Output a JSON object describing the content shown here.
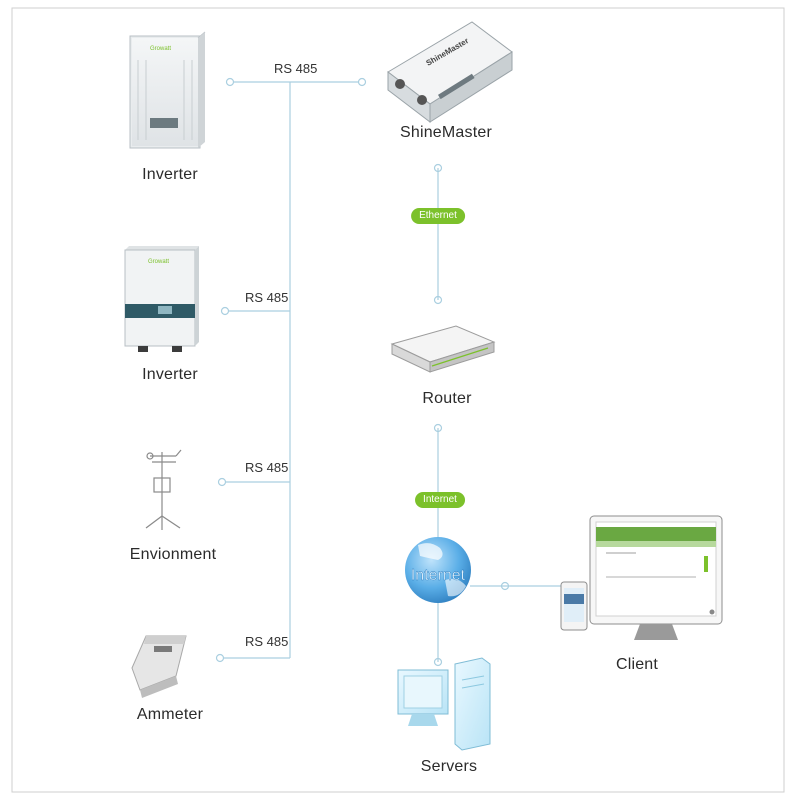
{
  "devices": {
    "inverter1": "Inverter",
    "inverter2": "Inverter",
    "environment": "Envionment",
    "ammeter": "Ammeter",
    "shinemaster": "ShineMaster",
    "router": "Router",
    "client": "Client",
    "servers": "Servers"
  },
  "logos": {
    "inverter": "Growatt",
    "shinemaster": "ShineMaster"
  },
  "connections": {
    "rs485_1": "RS 485",
    "rs485_2": "RS 485",
    "rs485_3": "RS 485",
    "rs485_4": "RS 485",
    "ethernet": "Ethernet",
    "internet_pill": "Internet"
  },
  "globe_text": "Internet",
  "colors": {
    "line": "#aacfe0",
    "pill": "#7cc12b",
    "globe": "#3b95d8",
    "frame": "#cfcfcf"
  }
}
